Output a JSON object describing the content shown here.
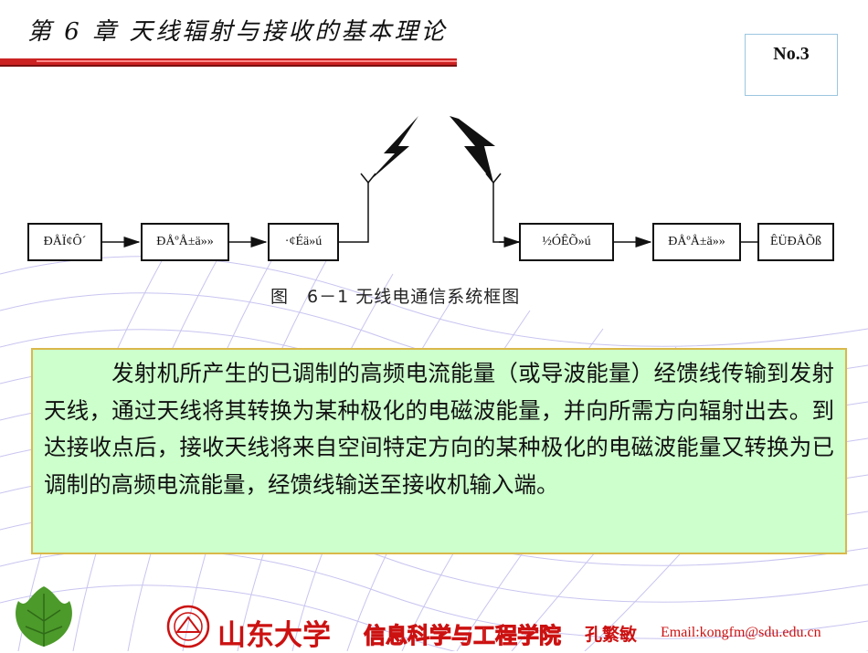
{
  "header": {
    "title": "第 6 章  天线辐射与接收的基本理论",
    "page_number": "No.3"
  },
  "diagram": {
    "blocks": [
      {
        "id": "b1",
        "label": "ÐÅÏ¢Ô´"
      },
      {
        "id": "b2",
        "label": "ÐÅºÅ±ä»»"
      },
      {
        "id": "b3",
        "label": "·¢Éä»ú"
      },
      {
        "id": "b4",
        "label": "½ÓÊÕ»ú"
      },
      {
        "id": "b5",
        "label": "ÐÅºÅ±ä»»"
      },
      {
        "id": "b6",
        "label": "ÊÜÐÅÕß"
      }
    ],
    "caption": "图　6－1  无线电通信系统框图"
  },
  "paragraph": "　　　发射机所产生的已调制的高频电流能量（或导波能量）经馈线传输到发射天线，通过天线将其转换为某种极化的电磁波能量，并向所需方向辐射出去。到达接收点后，接收天线将来自空间特定方向的某种极化的电磁波能量又转换为已调制的高频电流能量，经馈线输送至接收机输入端。",
  "footer": {
    "university": "山东大学",
    "school": "信息科学与工程学院",
    "author": "孔繁敏",
    "email": "Email:kongfm@sdu.edu.cn"
  },
  "colors": {
    "header_bar": "#cc2222",
    "textbox_bg": "#ccffcc",
    "textbox_border": "#d9b84a",
    "footer_red": "#cc1111",
    "grid_lines": "#c8c4f0"
  },
  "icons": [
    "lightning-bolt-icon",
    "antenna-icon",
    "university-seal-icon",
    "leaf-icon"
  ]
}
